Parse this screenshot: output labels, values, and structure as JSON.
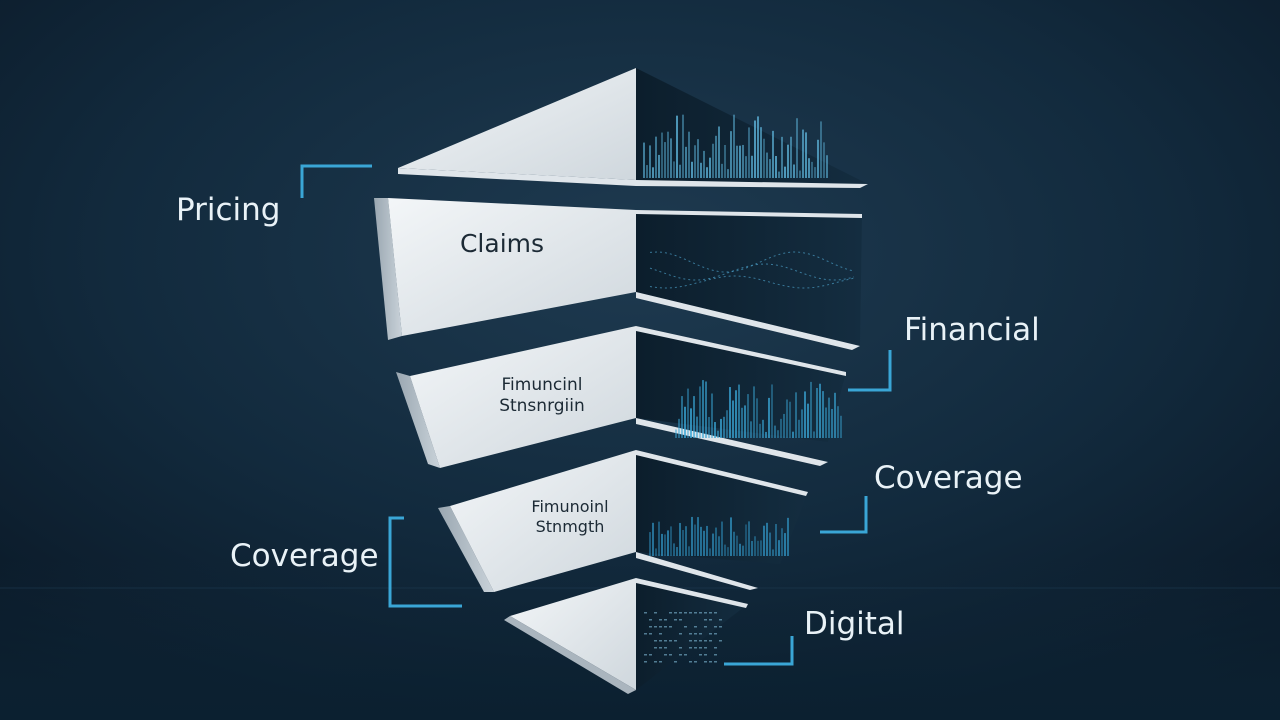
{
  "diagram": {
    "segment_labels": {
      "claims": "Claims",
      "strength_1": [
        "Fimuncinl",
        "Stnsnrgiin"
      ],
      "strength_2": [
        "Fimunoinl",
        "Stnmgth"
      ]
    },
    "callouts": {
      "pricing": "Pricing",
      "financial": "Financial",
      "coverage_right": "Coverage",
      "coverage_left": "Coverage",
      "digital": "Digital"
    },
    "colors": {
      "background": "#0f2233",
      "panel_light": "#e6ebef",
      "panel_dark": "#0c1c2a",
      "accent": "#3aa6d6",
      "label": "#e9f2f7"
    }
  }
}
